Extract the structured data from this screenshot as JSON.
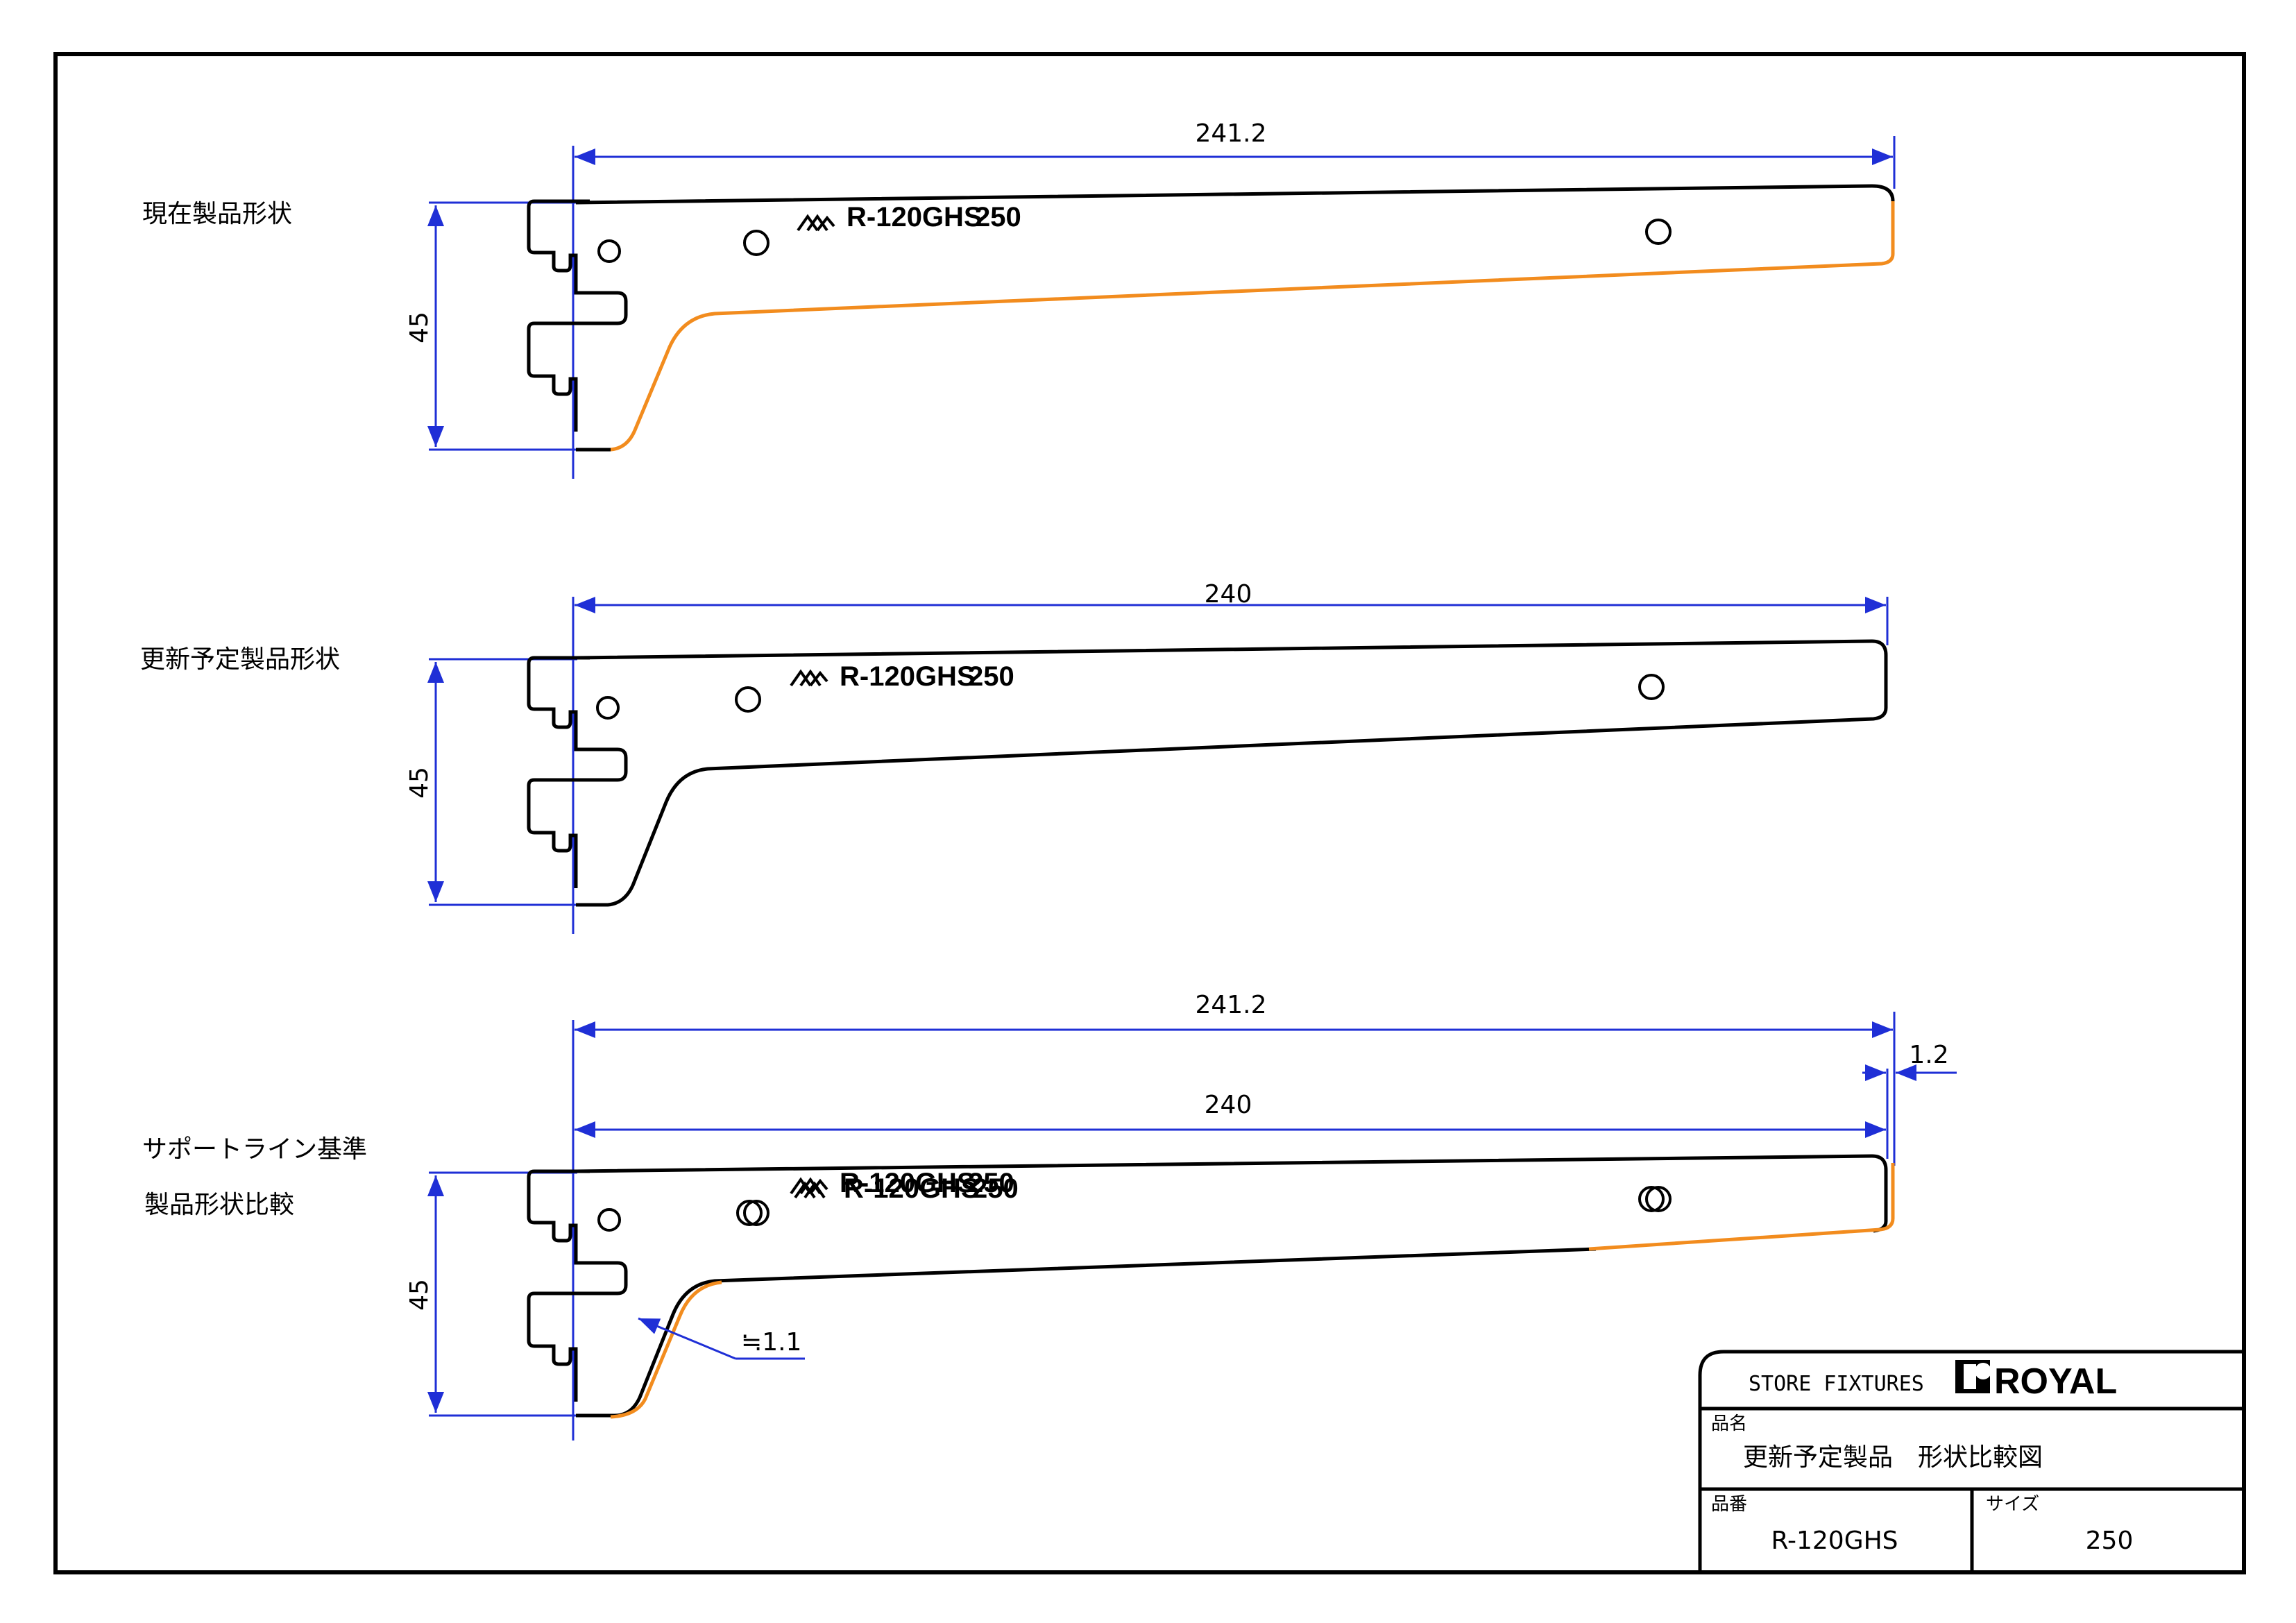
{
  "labels": {
    "current": "現在製品形状",
    "planned": "更新予定製品形状",
    "compare_line1": "サポートライン基準",
    "compare_line2": "製品形状比較"
  },
  "brackets": [
    {
      "length_dim": "241.2",
      "height_dim": "45",
      "stamp_model": "R-120GHS",
      "stamp_size": "250"
    },
    {
      "length_dim": "240",
      "height_dim": "45",
      "stamp_model": "R-120GHS",
      "stamp_size": "250"
    },
    {
      "length_dim_outer": "241.2",
      "length_dim_inner": "240",
      "offset_dim": "1.2",
      "height_dim": "45",
      "thickness_dim": "≒1.1",
      "stamp_model": "R-120GHS",
      "stamp_size": "250"
    }
  ],
  "title_block": {
    "company_text": "STORE FIXTURES",
    "logo_text": "ROYAL",
    "name_label": "品名",
    "name_value": "更新予定製品　形状比較図",
    "number_label": "品番",
    "number_value": "R-120GHS",
    "size_label": "サイズ",
    "size_value": "250"
  },
  "colors": {
    "outline": "#000000",
    "highlight": "#f28c1e",
    "dimension": "#1f2fd6",
    "frame": "#000000"
  }
}
